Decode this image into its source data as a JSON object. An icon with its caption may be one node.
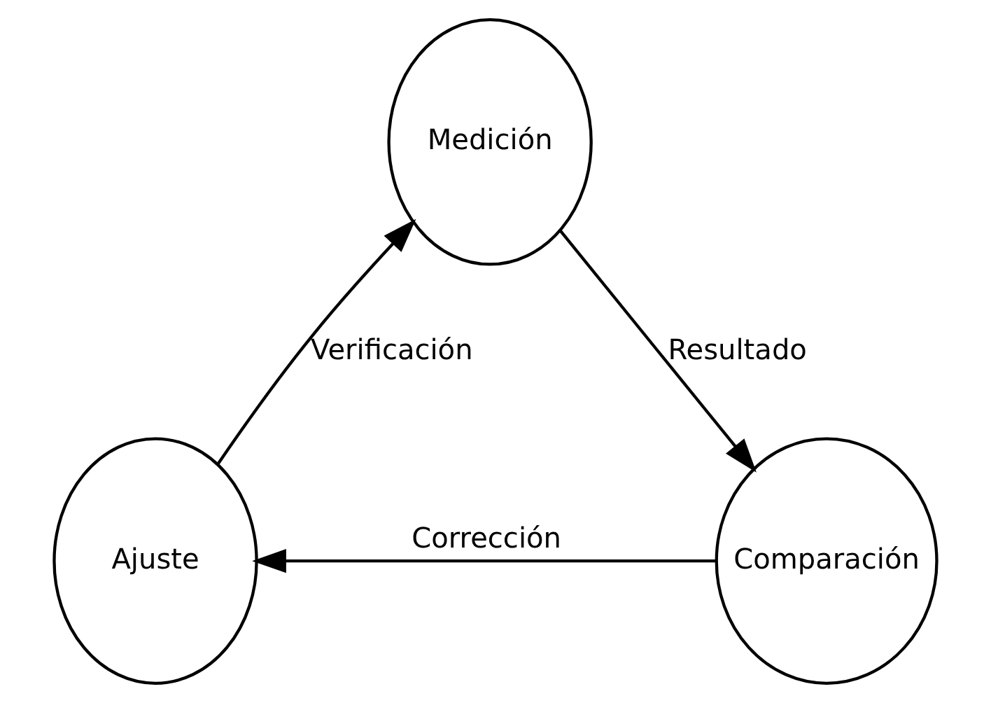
{
  "diagram": {
    "nodes": [
      {
        "text": [
          "Medición"
        ]
      },
      {
        "text": [
          "Comparación"
        ]
      },
      {
        "text": [
          "Ajuste"
        ]
      }
    ],
    "edges": [
      {
        "from": 0,
        "to": 1,
        "arrow": "to",
        "label": "Resultado"
      },
      {
        "from": 1,
        "to": 2,
        "arrow": "to",
        "label": "Corrección"
      },
      {
        "from": 2,
        "to": 0,
        "arrow": "to",
        "label": "Verificación"
      }
    ]
  }
}
